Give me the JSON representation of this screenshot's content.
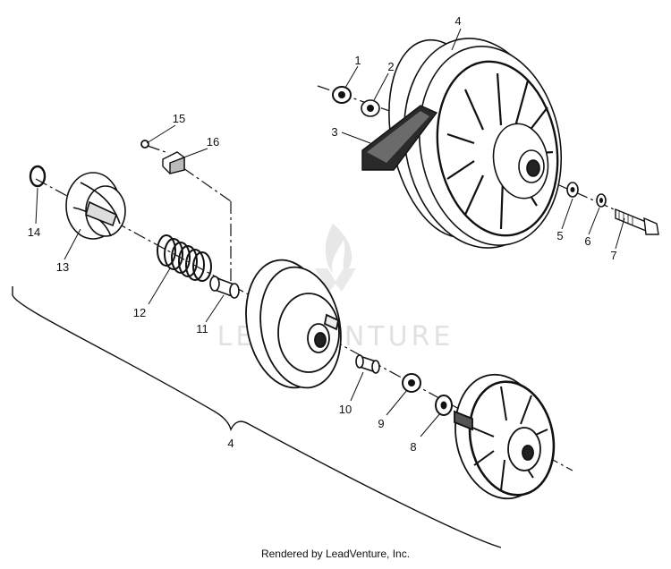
{
  "diagram": {
    "callouts": {
      "p1": "1",
      "p2": "2",
      "p3": "3",
      "p4_top": "4",
      "p5": "5",
      "p6": "6",
      "p7": "7",
      "p8": "8",
      "p9": "9",
      "p10": "10",
      "p11": "11",
      "p12": "12",
      "p13": "13",
      "p14": "14",
      "p15": "15",
      "p16": "16",
      "p4_bracket": "4"
    },
    "watermark": "LEADVENTURE",
    "footer": "Rendered by LeadVenture, Inc."
  },
  "colors": {
    "ink": "#111111",
    "watermark": "#c9c9c9"
  }
}
